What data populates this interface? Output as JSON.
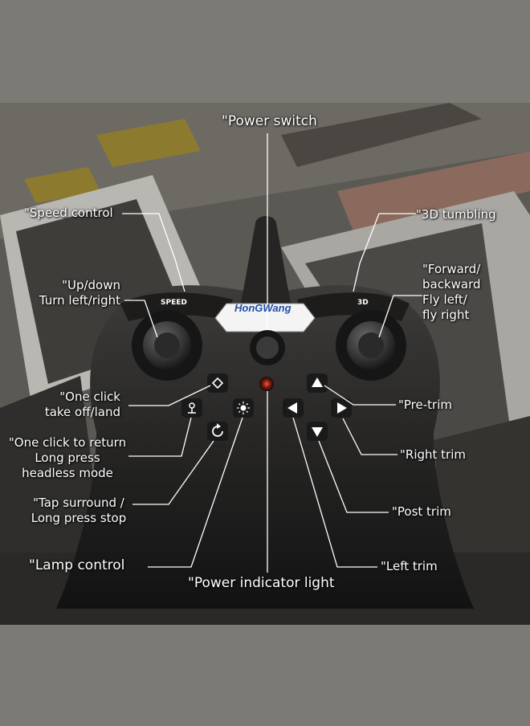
{
  "controller": {
    "brand": "HonGWang",
    "speed_label": "SPEED",
    "tumble_label": "3D"
  },
  "callouts": {
    "power_switch": "\"Power switch",
    "speed_control": "\"Speed control",
    "tumbling_3d": "\"3D tumbling",
    "up_down": "\"Up/down\nTurn left/right",
    "forward_backward": "\"Forward/\nbackward\nFly left/\nfly right",
    "one_click_takeoff": "\"One click\ntake off/land",
    "pre_trim": "\"Pre-trim",
    "one_click_return": "\"One click to return\nLong press\nheadless mode",
    "right_trim": "\"Right trim",
    "tap_surround": "\"Tap surround /\nLong press stop",
    "post_trim": "\"Post trim",
    "lamp_control": "\"Lamp control",
    "left_trim": "\"Left trim",
    "power_indicator": "\"Power indicator light"
  },
  "icons": {
    "takeoff": "takeoff-land-icon",
    "return": "return-home-icon",
    "rotate": "rotate-icon",
    "lamp": "lamp-icon",
    "flip": "flip-icon"
  }
}
